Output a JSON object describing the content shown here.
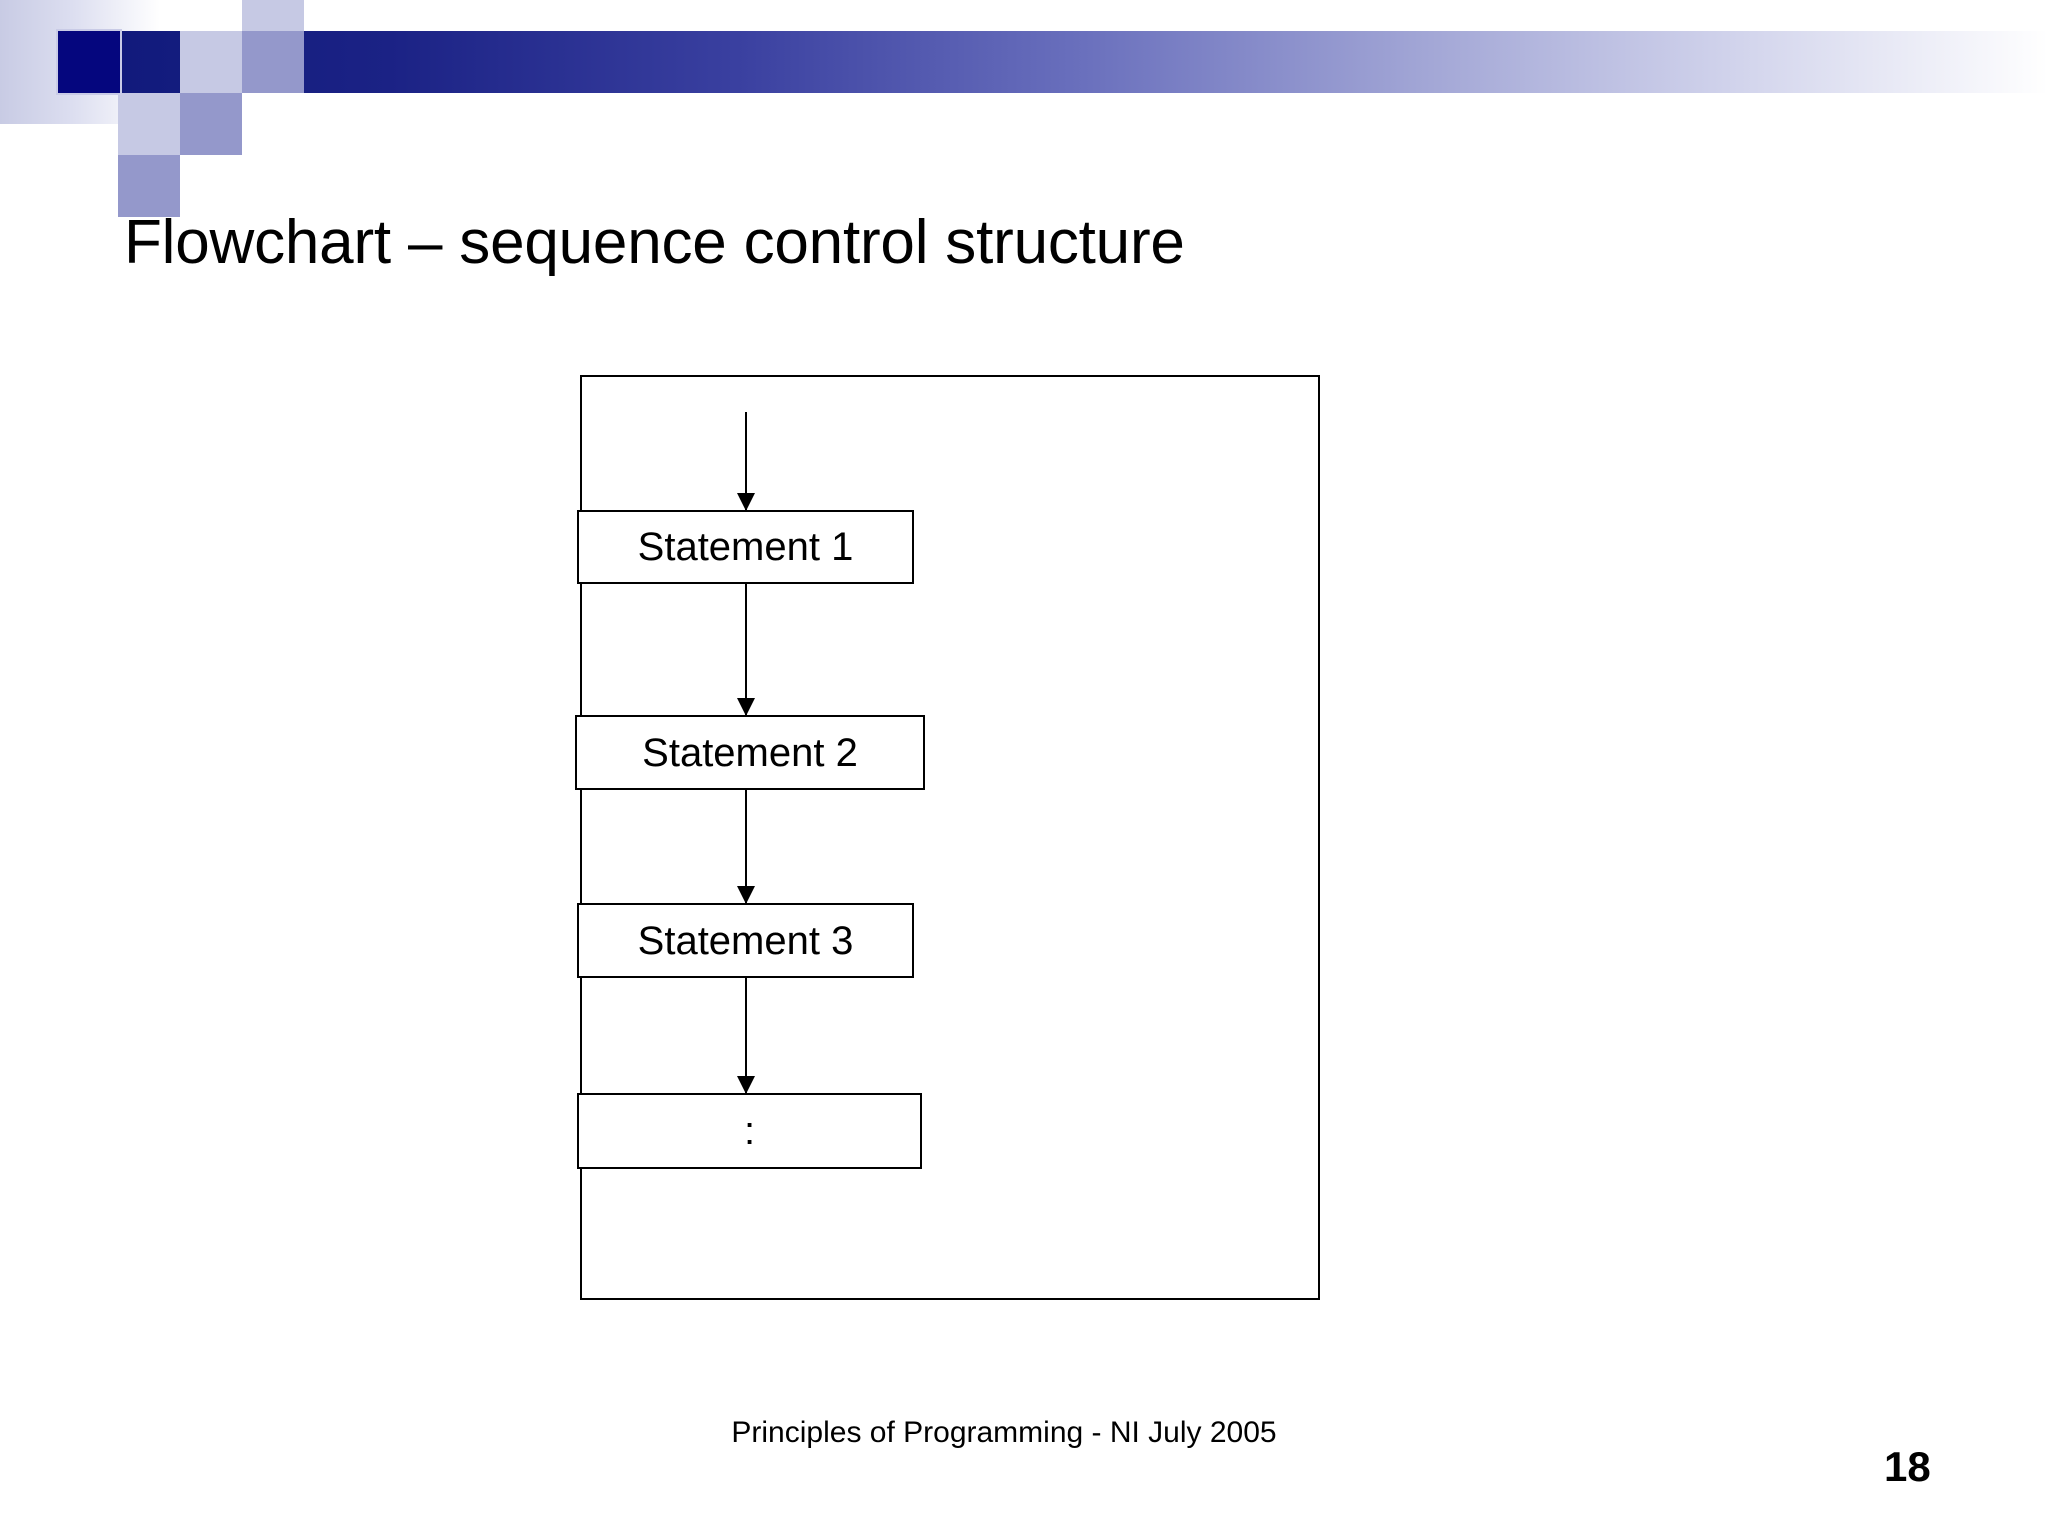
{
  "slide": {
    "title": "Flowchart – sequence control structure",
    "footer": "Principles of Programming - NI July 2005",
    "number": "18",
    "background_color": "#ffffff",
    "accent_color": "#05067e"
  },
  "header": {
    "band_start_color": "#111a7c",
    "band_end_color": "#ffffff",
    "tiles": [
      {
        "name": "tile-dark-square",
        "color": "#05067e"
      },
      {
        "name": "tile-light-upper",
        "color": "#c6c9e4"
      },
      {
        "name": "tile-light-mid",
        "color": "#c6c9e4"
      },
      {
        "name": "tile-mid-upper",
        "color": "#9498cb"
      },
      {
        "name": "tile-light-lower",
        "color": "#c6c9e4"
      },
      {
        "name": "tile-mid-lower",
        "color": "#9498cb"
      },
      {
        "name": "tile-mid-bottom",
        "color": "#9498cb"
      }
    ]
  },
  "chart_data": {
    "type": "diagram",
    "title": "Flowchart – sequence control structure",
    "orientation": "vertical",
    "nodes": [
      {
        "id": "s1",
        "label": "Statement 1",
        "shape": "rectangle"
      },
      {
        "id": "s2",
        "label": "Statement 2",
        "shape": "rectangle"
      },
      {
        "id": "s3",
        "label": "Statement 3",
        "shape": "rectangle"
      },
      {
        "id": "s4",
        "label": ":",
        "shape": "rectangle"
      }
    ],
    "edges": [
      {
        "from": "entry",
        "to": "s1",
        "style": "arrow-down"
      },
      {
        "from": "s1",
        "to": "s2",
        "style": "arrow-down"
      },
      {
        "from": "s2",
        "to": "s3",
        "style": "arrow-down"
      },
      {
        "from": "s3",
        "to": "s4",
        "style": "arrow-down"
      }
    ],
    "frame": true,
    "legend": []
  }
}
